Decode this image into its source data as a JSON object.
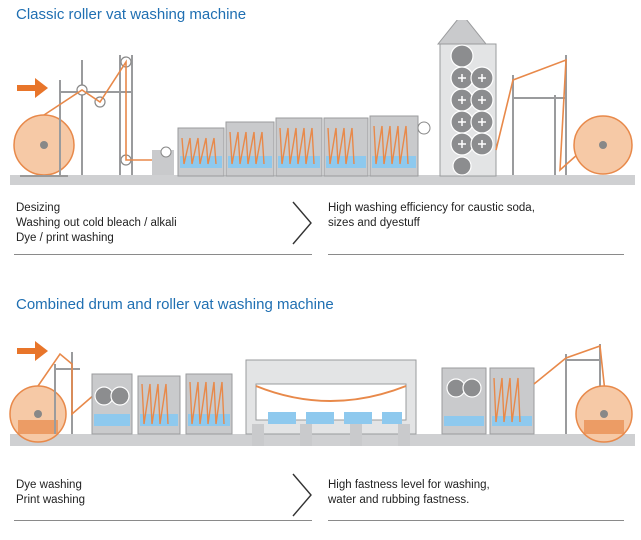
{
  "classic": {
    "title": "Classic roller vat washing machine",
    "left_lines": [
      "Desizing",
      "Washing out cold bleach / alkali",
      "Dye / print washing"
    ],
    "right_lines": [
      "High washing efficiency for caustic soda,",
      "sizes and dyestuff"
    ]
  },
  "combined": {
    "title": "Combined drum and roller vat washing machine",
    "left_lines": [
      "Dye washing",
      "Print washing"
    ],
    "right_lines": [
      "High fastness level for washing,",
      "water and rubbing fastness."
    ]
  },
  "colors": {
    "title_blue": "#1f6fb2",
    "machine_grey": "#c9cacc",
    "fabric_orange": "#e8894a",
    "water_blue": "#8ec9ee",
    "arrow_orange": "#e8752a"
  }
}
